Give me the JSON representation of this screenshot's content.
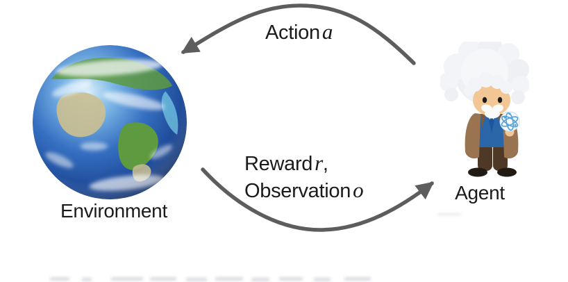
{
  "diagram": {
    "type": "reinforcement-learning-loop",
    "nodes": {
      "environment": {
        "label": "Environment",
        "icon": "earth-globe"
      },
      "agent": {
        "label": "Agent",
        "icon": "einstein-scientist"
      }
    },
    "edges": {
      "action": {
        "from": "agent",
        "to": "environment",
        "text": "Action",
        "var": "a"
      },
      "feedback": {
        "from": "environment",
        "to": "agent",
        "line1_text": "Reward",
        "line1_var": "r",
        "line1_suffix": ",",
        "line2_text": "Observation",
        "line2_var": "o"
      }
    },
    "colors": {
      "arrow": "#5d5d5d",
      "text": "#1b1b1b",
      "background": "#ffffff"
    }
  }
}
